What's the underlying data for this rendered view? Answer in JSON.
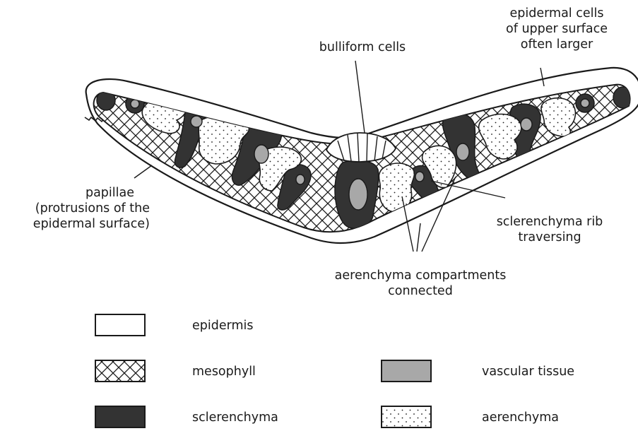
{
  "labels": {
    "bulliform": "bulliform cells",
    "epidermal_cells": [
      "epidermal cells",
      "of upper surface",
      "often larger"
    ],
    "papillae": [
      "papillae",
      "(protrusions of the",
      "epidermal surface)"
    ],
    "sclerenchyma_rib": [
      "sclerenchyma rib",
      "traversing"
    ],
    "aerenchyma_compartments": [
      "aerenchyma compartments",
      "connected"
    ]
  },
  "legend": [
    {
      "key": "epidermis",
      "label": "epidermis",
      "fill": "#ffffff"
    },
    {
      "key": "mesophyll",
      "label": "mesophyll",
      "fill": "crosshatch"
    },
    {
      "key": "vascular",
      "label": "vascular tissue",
      "fill": "#a8a8a8"
    },
    {
      "key": "sclerenchyma",
      "label": "sclerenchyma",
      "fill": "#333333"
    },
    {
      "key": "aerenchyma",
      "label": "aerenchyma",
      "fill": "dotted"
    }
  ],
  "colors": {
    "outline": "#1a1a1a",
    "sclerenchyma": "#333333",
    "vascular": "#a8a8a8",
    "epidermis": "#ffffff"
  }
}
